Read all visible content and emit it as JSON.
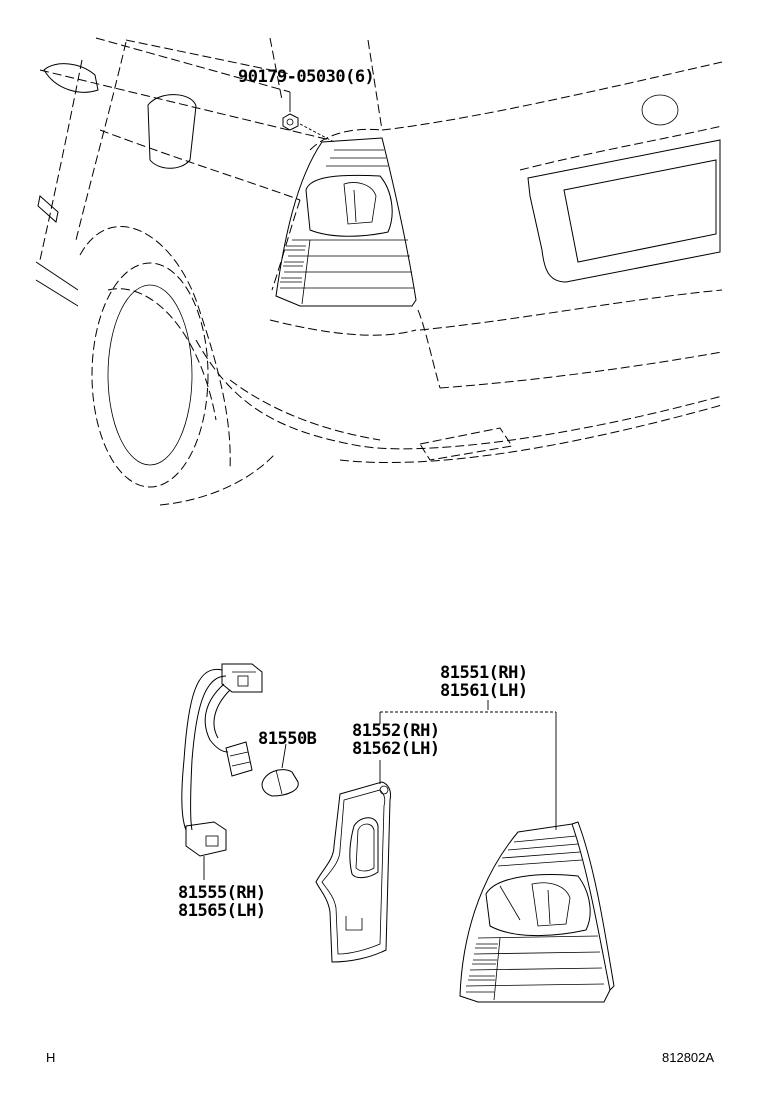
{
  "callouts": {
    "nut": "90179-05030(6)",
    "lamp_assy_rh": "81551(RH)",
    "lamp_assy_lh": "81561(LH)",
    "gasket_rh": "81552(RH)",
    "gasket_lh": "81562(LH)",
    "bulb": "81550B",
    "socket_rh": "81555(RH)",
    "socket_lh": "81565(LH)"
  },
  "footer": {
    "left_code": "H",
    "diagram_code": "812802A"
  }
}
